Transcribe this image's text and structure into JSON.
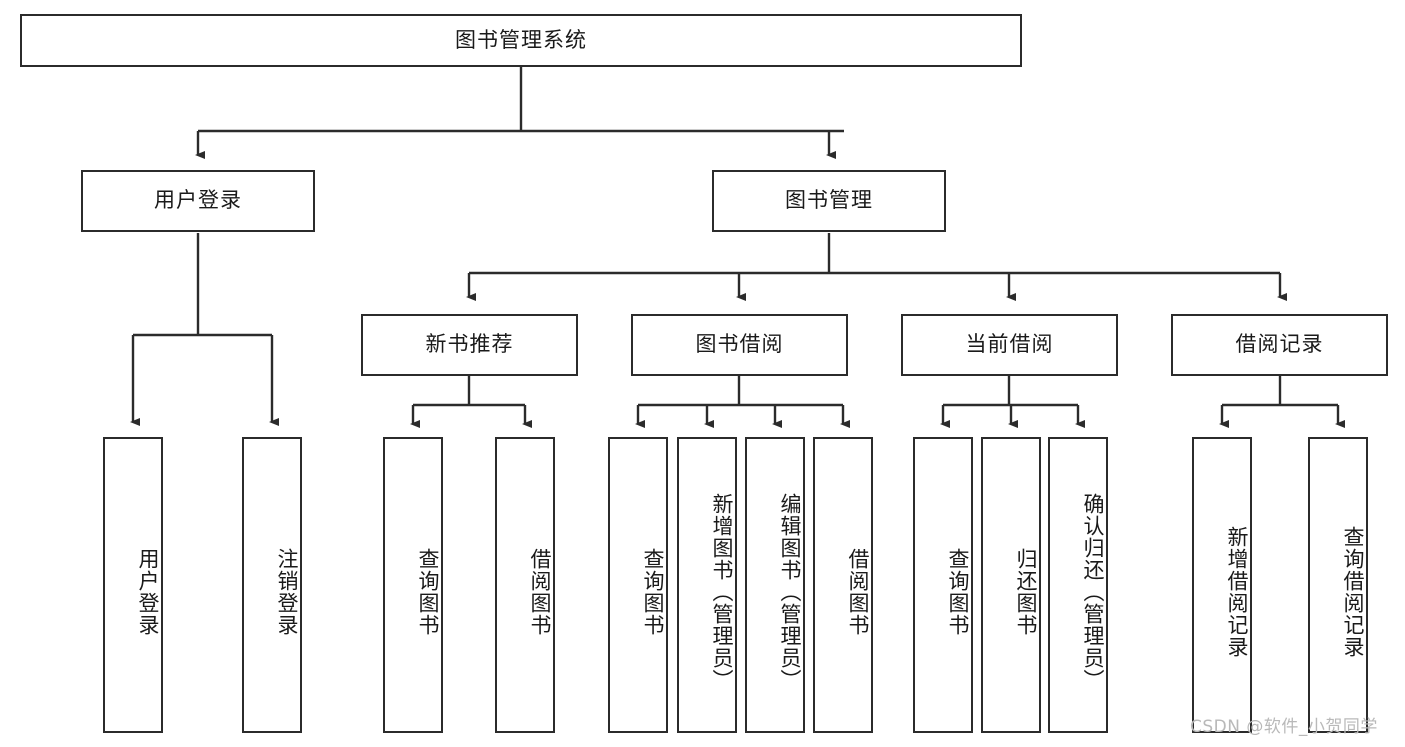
{
  "diagram": {
    "type": "hierarchy-tree",
    "title": "图书管理系统",
    "root": {
      "label": "图书管理系统",
      "orientation": "horizontal"
    },
    "level2": [
      {
        "label": "用户登录",
        "orientation": "horizontal"
      },
      {
        "label": "图书管理",
        "orientation": "horizontal"
      }
    ],
    "level3": [
      {
        "label": "新书推荐",
        "orientation": "horizontal"
      },
      {
        "label": "图书借阅",
        "orientation": "horizontal"
      },
      {
        "label": "当前借阅",
        "orientation": "horizontal"
      },
      {
        "label": "借阅记录",
        "orientation": "horizontal"
      }
    ],
    "leaves": {
      "user_login": [
        {
          "label": "用户登录",
          "orientation": "vertical"
        },
        {
          "label": "注销登录",
          "orientation": "vertical"
        }
      ],
      "new_book_recommend": [
        {
          "label": "查询图书",
          "orientation": "vertical"
        },
        {
          "label": "借阅图书",
          "orientation": "vertical"
        }
      ],
      "book_borrow": [
        {
          "label": "查询图书",
          "orientation": "vertical"
        },
        {
          "label": "新增图书（管理员）",
          "orientation": "vertical"
        },
        {
          "label": "编辑图书（管理员）",
          "orientation": "vertical"
        },
        {
          "label": "借阅图书",
          "orientation": "vertical"
        }
      ],
      "current_borrow": [
        {
          "label": "查询图书",
          "orientation": "vertical"
        },
        {
          "label": "归还图书",
          "orientation": "vertical"
        },
        {
          "label": "确认归还（管理员）",
          "orientation": "vertical"
        }
      ],
      "borrow_record": [
        {
          "label": "新增借阅记录",
          "orientation": "vertical"
        },
        {
          "label": "查询借阅记录",
          "orientation": "vertical"
        }
      ]
    }
  },
  "watermark": {
    "text": "CSDN @软件_小贺同学"
  },
  "colors": {
    "stroke": "#2b2b2b",
    "fill": "#ffffff",
    "text": "#1a1a1a",
    "watermark": "#b9b9b9"
  }
}
